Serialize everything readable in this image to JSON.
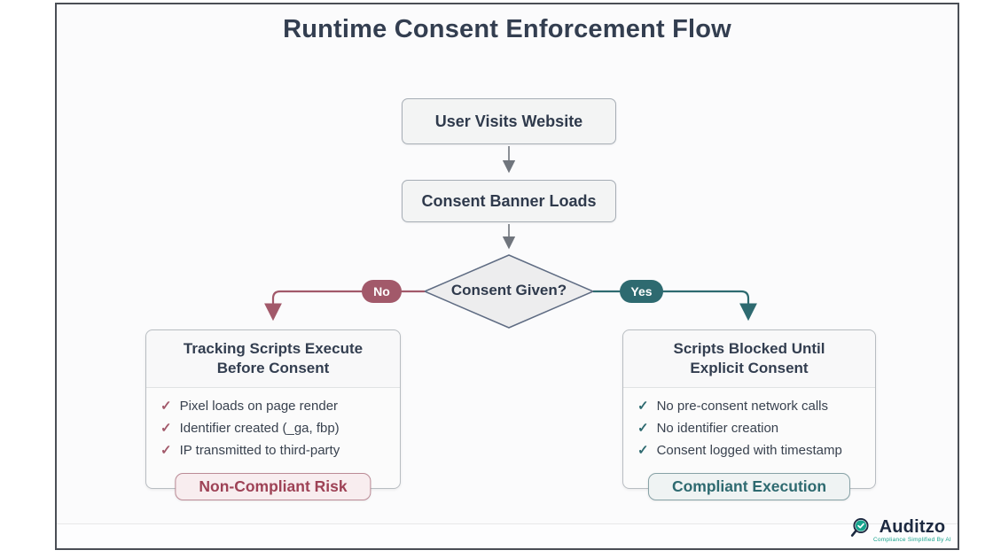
{
  "title": "Runtime Consent Enforcement Flow",
  "flow": {
    "step1_label": "User Visits Website",
    "step2_label": "Consent Banner Loads",
    "decision_label": "Consent Given?",
    "no_label": "No",
    "yes_label": "Yes"
  },
  "no_branch": {
    "title": "Tracking Scripts Execute Before Consent",
    "items": [
      "Pixel loads on page render",
      "Identifier created (_ga, fbp)",
      "IP transmitted to third-party"
    ],
    "badge": "Non-Compliant Risk"
  },
  "yes_branch": {
    "title": "Scripts Blocked Until Explicit Consent",
    "items": [
      "No pre-consent network calls",
      "No identifier creation",
      "Consent logged with timestamp"
    ],
    "badge": "Compliant Execution"
  },
  "checkmark": "✓",
  "footer": {
    "brand": "Auditzo",
    "tagline": "Compliance Simplified By AI"
  },
  "colors": {
    "maroon": "#a2596a",
    "maroon-dark": "#9e4256",
    "maroon-light": "#f8edef",
    "teal": "#2e6a70",
    "teal-light": "#eff3f3",
    "ink": "#333e50",
    "edge-gray": "#70757d",
    "brand-teal": "#16a28c",
    "brand-ink": "#1c2940"
  }
}
